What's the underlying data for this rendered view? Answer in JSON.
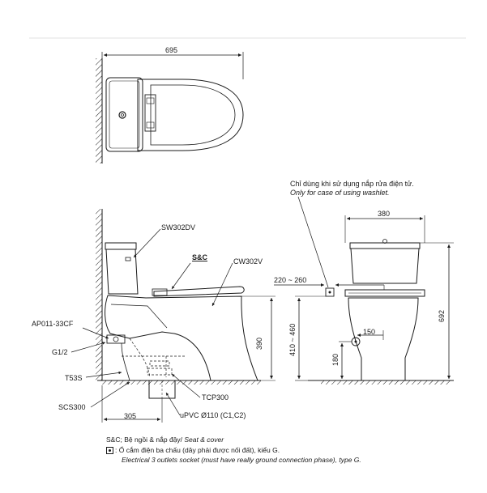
{
  "top_view": {
    "width_dim": "695"
  },
  "side_view": {
    "labels": {
      "tank": "SW302DV",
      "seat": "S&C",
      "bowl": "CW302V",
      "valve": "AP011-33CF",
      "thread": "G1/2",
      "hose": "T53S",
      "flange": "SCS300",
      "gasket": "TCP300",
      "pipe": "uPVC Ø110 (C1,C2)"
    },
    "dims": {
      "height": "390",
      "rough_in": "305"
    }
  },
  "front_view": {
    "note_vi": "Chỉ dùng khi sử dụng nắp rửa điện tử.",
    "note_en": "Only for case of using washlet.",
    "dims": {
      "width": "380",
      "height": "692",
      "socket_range": "220 ~ 260",
      "socket_height": "410 ~ 460",
      "valve_offset": "150",
      "valve_height": "180"
    }
  },
  "legend": {
    "line1": "S&C; Bệ ngồi & nắp đậy/",
    "line1_en": " Seat & cover",
    "line2": ": Ổ cắm điện ba chấu (dây phải được nối đất), kiểu G.",
    "line3": "Electrical 3 outlets socket (must have really ground connection phase), type G."
  }
}
